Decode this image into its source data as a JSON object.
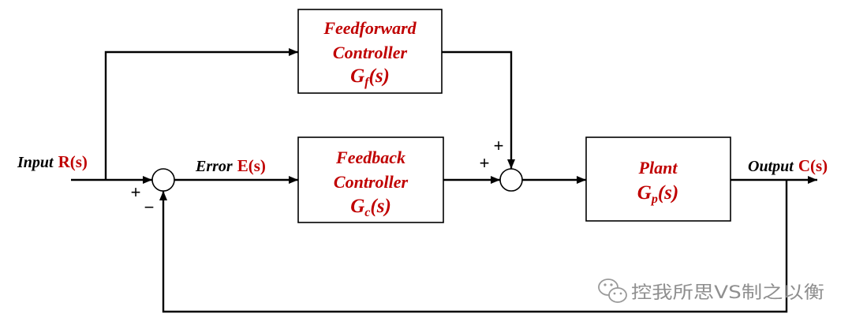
{
  "blocks": {
    "feedforward": {
      "line1": "Feedforward",
      "line2": "Controller",
      "tf_symbol": "G",
      "tf_sub": "f",
      "tf_arg": "(s)"
    },
    "feedback": {
      "line1": "Feedback",
      "line2": "Controller",
      "tf_symbol": "G",
      "tf_sub": "c",
      "tf_arg": "(s)"
    },
    "plant": {
      "line1": "Plant",
      "tf_symbol": "G",
      "tf_sub": "p",
      "tf_arg": "(s)"
    }
  },
  "signals": {
    "input": {
      "label": "Input",
      "symbol": "R(s)"
    },
    "error": {
      "label": "Error",
      "symbol": "E(s)"
    },
    "output": {
      "label": "Output",
      "symbol": "C(s)"
    }
  },
  "junctions": {
    "sum1": {
      "left_sign": "+",
      "bottom_sign": "−"
    },
    "sum2": {
      "left_sign": "+",
      "top_sign": "+"
    }
  },
  "watermark": {
    "text": "控我所思VS制之以衡",
    "icon": "wechat-icon"
  },
  "colors": {
    "accent": "#c00000",
    "line": "#000000",
    "watermark": "#9a9a9a",
    "background": "#ffffff"
  }
}
